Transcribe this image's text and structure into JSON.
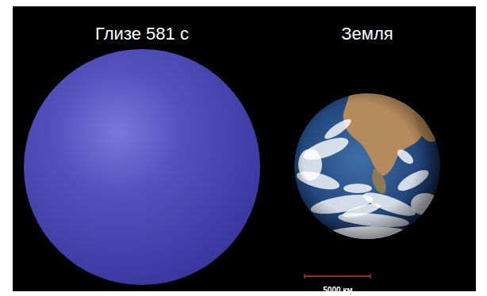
{
  "diagram": {
    "nodes": [
      {
        "text": [
          "Глизе 581 с"
        ]
      },
      {
        "text": [
          "Земля"
        ]
      }
    ],
    "labels": [
      "5000 км"
    ]
  }
}
